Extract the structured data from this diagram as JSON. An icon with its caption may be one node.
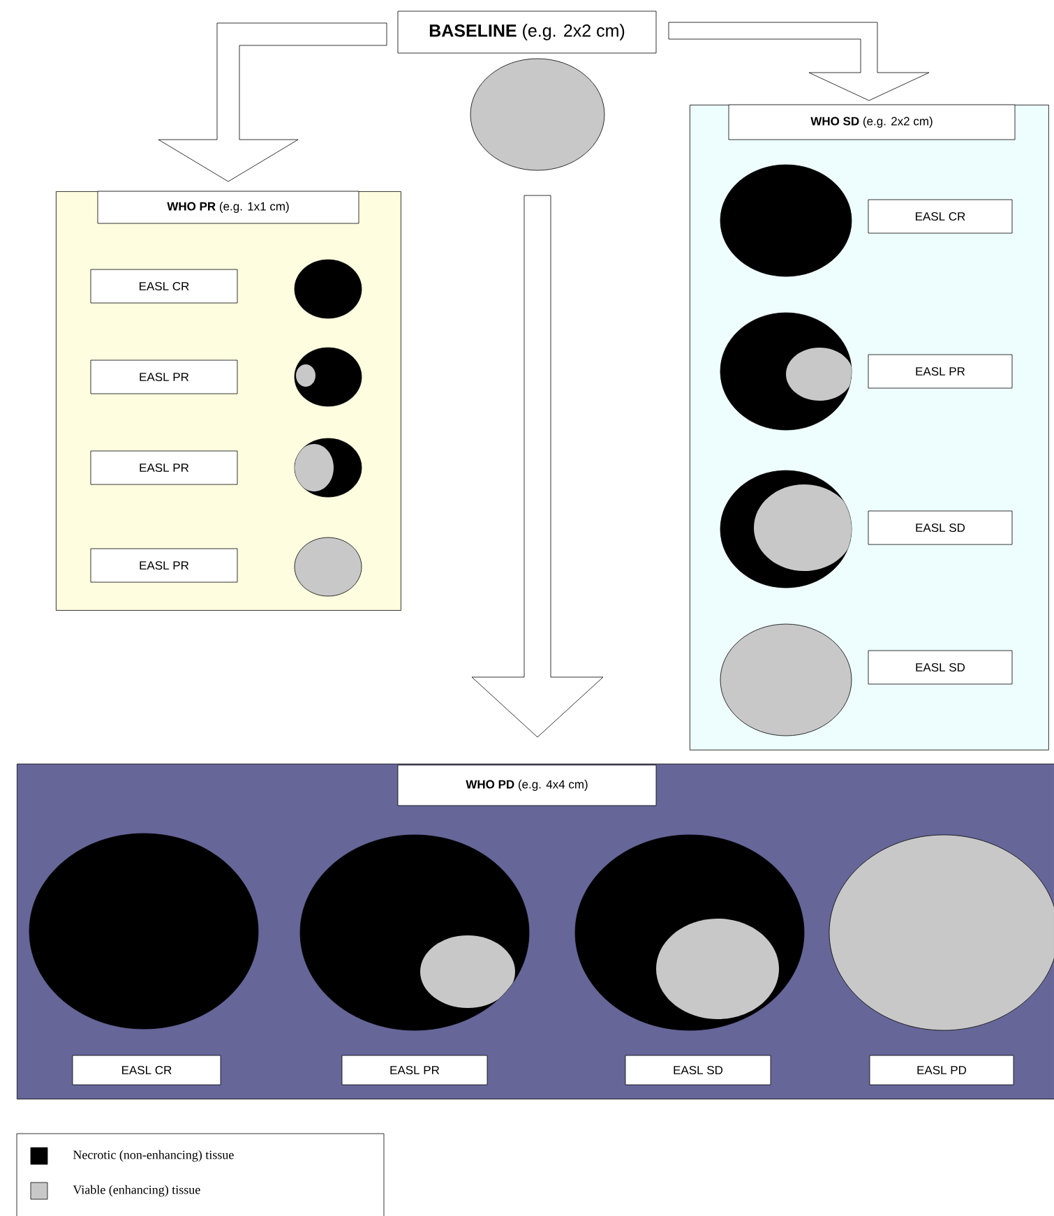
{
  "diagram": {
    "nodes": [
      {
        "text": [
          "**BASELINE** (e.g. 2x2 cm)"
        ]
      },
      {
        "text": [],
        "shape": "circle"
      },
      {
        "text": [],
        "shape": "box"
      },
      {
        "text": [
          "**WHO PR** (e.g. 1x1 cm)"
        ],
        "in": 2
      },
      {
        "text": [
          "EASL CR"
        ],
        "in": 2
      },
      {
        "text": [
          "EASL PR"
        ],
        "in": 2
      },
      {
        "text": [
          "EASL PR"
        ],
        "in": 2
      },
      {
        "text": [
          "EASL PR"
        ],
        "in": 2
      },
      {
        "text": [],
        "shape": "box"
      },
      {
        "text": [
          "**WHO SD** (e.g. 2x2 cm)"
        ],
        "in": 8
      },
      {
        "text": [
          "EASL CR"
        ],
        "in": 8
      },
      {
        "text": [
          "EASL PR"
        ],
        "in": 8
      },
      {
        "text": [
          "EASL SD"
        ],
        "in": 8
      },
      {
        "text": [
          "EASL SD"
        ],
        "in": 8
      },
      {
        "text": [],
        "shape": "box"
      },
      {
        "text": [
          "**WHO PD** (e.g. 4x4 cm)"
        ],
        "in": 14
      },
      {
        "text": [
          "EASL CR"
        ],
        "in": 14
      },
      {
        "text": [
          "EASL PR"
        ],
        "in": 14
      },
      {
        "text": [
          "EASL SD"
        ],
        "in": 14
      },
      {
        "text": [
          "EASL PD"
        ],
        "in": 14
      }
    ],
    "edges": [
      {
        "from": 0,
        "to": 2,
        "arrow": "to"
      },
      {
        "from": 0,
        "to": 8,
        "arrow": "to"
      },
      {
        "from": 1,
        "to": 14,
        "arrow": "to"
      }
    ],
    "legend": [
      {
        "text": "Necrotic (non-enhancing) tissue",
        "color": "#000000"
      },
      {
        "text": "Viable (enhancing) tissue",
        "color": "#c8c8c8"
      }
    ]
  }
}
